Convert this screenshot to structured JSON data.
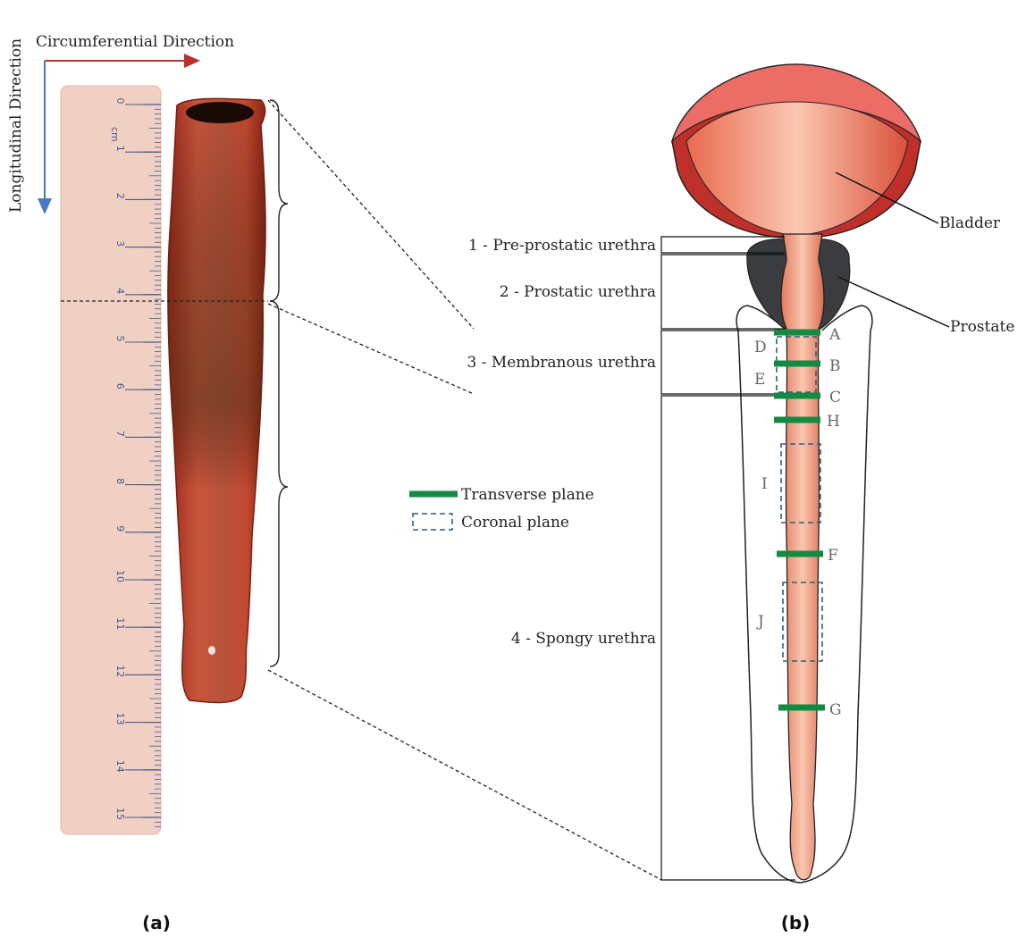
{
  "panel_a": {
    "direction_labels": {
      "circumferential": "Circumferential Direction",
      "longitudinal": "Longitudinal Direction"
    },
    "ruler": {
      "unit": "cm",
      "numbers": [
        "0",
        "1",
        "2",
        "3",
        "4",
        "5",
        "6",
        "7",
        "8",
        "9",
        "10",
        "11",
        "12",
        "13",
        "14",
        "15"
      ]
    },
    "caption": "(a)"
  },
  "panel_b": {
    "organ_labels": {
      "bladder": "Bladder",
      "prostate": "Prostate"
    },
    "segments": [
      "1 - Pre-prostatic urethra",
      "2 - Prostatic urethra",
      "3 - Membranous urethra",
      "4 - Spongy urethra"
    ],
    "plane_letters": {
      "A": "A",
      "B": "B",
      "C": "C",
      "D": "D",
      "E": "E",
      "F": "F",
      "G": "G",
      "H": "H",
      "I": "I",
      "J": "J"
    },
    "legend": {
      "transverse": "Transverse plane",
      "coronal": "Coronal plane"
    },
    "caption": "(b)"
  },
  "colors": {
    "transverse": "#138a42",
    "coronal": "#2e5f7a",
    "bladder_wall": "#c0302a",
    "prostate": "#3b3c40",
    "urethra": "#f19a7e",
    "tissue": "#b8412a",
    "ruler": "#f1d0c4",
    "circ_arrow": "#c0302a",
    "long_arrow": "#4a78c2"
  }
}
